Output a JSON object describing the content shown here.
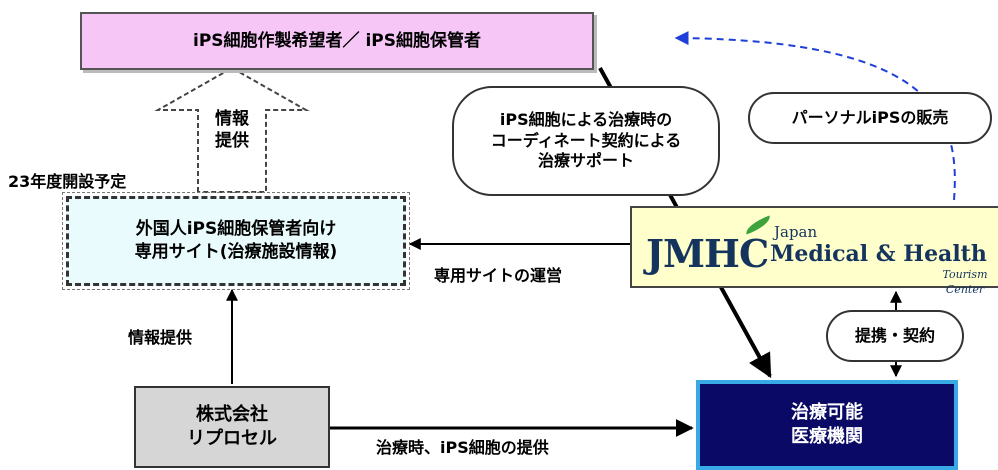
{
  "nodes": {
    "top": "iPS細胞作製希望者／ iPS細胞保管者",
    "foreign_line1": "外国人iPS細胞保管者向け",
    "foreign_line2": "専用サイト(治療施設情報)",
    "reprocell_line1": "株式会社",
    "reprocell_line2": "リプロセル",
    "medical_line1": "治療可能",
    "medical_line2": "医療機関",
    "jmhc_logo": "JMHC",
    "jmhc_japan": "Japan",
    "jmhc_name": "Medical & Health",
    "jmhc_tourism": "Tourism Center"
  },
  "labels": {
    "info_provision_up_1": "情報",
    "info_provision_up_2": "提供",
    "planned": "23年度開設予定",
    "info_provision": "情報提供",
    "site_operation": "専用サイトの運営",
    "treatment_supply": "治療時、iPS細胞の提供"
  },
  "bubbles": {
    "coord_line1": "iPS細胞による治療時の",
    "coord_line2": "コーディネート契約による",
    "coord_line3": "治療サポート",
    "sale": "パーソナルiPSの販売",
    "tieup": "提携・契約"
  },
  "colors": {
    "top_box": "#f6c6f6",
    "foreign_box": "#e9fbfc",
    "reprocell_box": "#d6d6d6",
    "medical_box": "#0a0a66",
    "medical_border": "#39a9e6",
    "jmhc_box": "#ffffcc",
    "dashed_arrow": "#1e3fd8"
  }
}
